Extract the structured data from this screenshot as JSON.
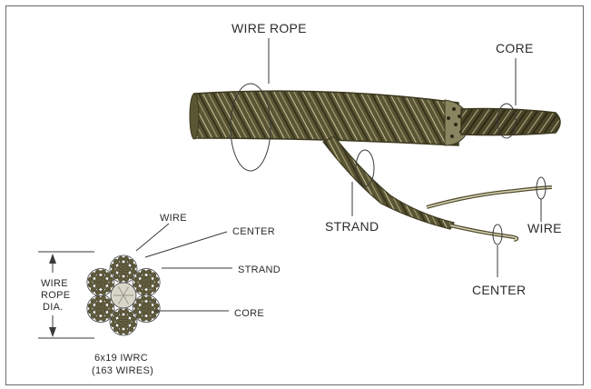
{
  "labels": {
    "wire_rope": "WIRE ROPE",
    "core": "CORE",
    "strand": "STRAND",
    "wire": "WIRE",
    "center": "CENTER"
  },
  "cross_section": {
    "wire": "WIRE",
    "center": "CENTER",
    "strand": "STRAND",
    "core": "CORE",
    "dia_line1": "WIRE",
    "dia_line2": "ROPE",
    "dia_line3": "DIA.",
    "caption_line1": "6x19 IWRC",
    "caption_line2": "(163 WIRES)"
  },
  "colors": {
    "rope": "#4f4a2c",
    "rope_light": "#9b9670",
    "ink": "#2b2b2b",
    "frame": "#6a6a6a"
  }
}
